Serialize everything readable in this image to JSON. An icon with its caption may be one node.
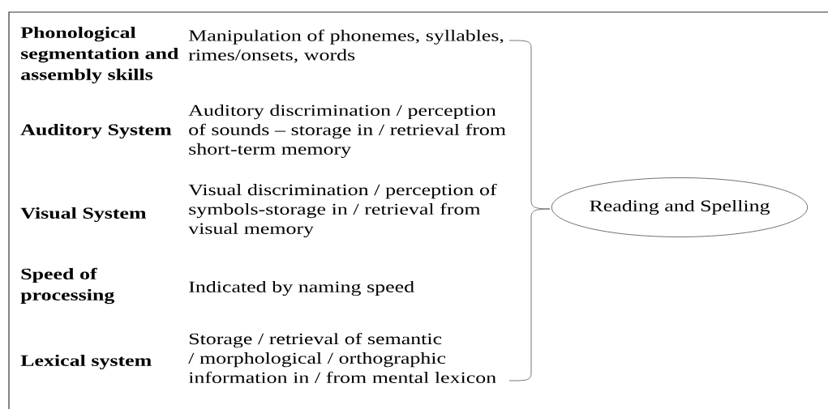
{
  "diagram": {
    "nodes": [
      {
        "text": [
          "Reading and Spelling"
        ]
      }
    ],
    "labels": [
      "Phonological segmentation and assembly skills",
      "Manipulation of phonemes, syllables, rimes/onsets, words",
      "Auditory System",
      "Auditory discrimination / perception of sounds – storage in / retrieval from short-term memory",
      "Visual System",
      "Visual discrimination / perception of symbols-storage in / retrieval from visual memory",
      "Speed of processing",
      "Indicated by naming speed",
      "Lexical system",
      "Storage / retrieval of semantic / morphological / orthographic information in / from mental lexicon"
    ]
  }
}
